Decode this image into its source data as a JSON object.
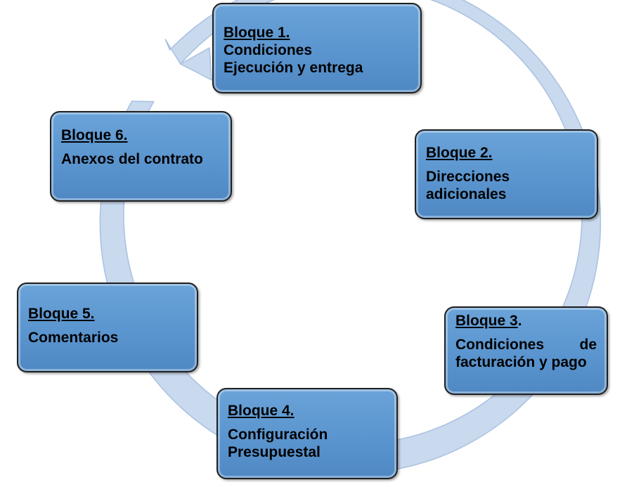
{
  "colors": {
    "block_fill": "#5b95cf",
    "block_border": "#1f1f1f",
    "ring_fill": "#c9d9ee",
    "ring_stroke": "#a9c1e0"
  },
  "blocks": [
    {
      "title": "Bloque 1.",
      "lines": [
        "Condiciones",
        "Ejecución y entrega"
      ]
    },
    {
      "title": "Bloque 2.",
      "lines": [
        "Direcciones",
        "adicionales"
      ]
    },
    {
      "title": "Bloque 3",
      "title_suffix": ".",
      "body": "Condiciones de facturación y pago"
    },
    {
      "title": "Bloque 4.",
      "lines": [
        "Configuración",
        "Presupuestal"
      ]
    },
    {
      "title": "Bloque 5.",
      "lines": [
        "Comentarios"
      ]
    },
    {
      "title": "Bloque 6.",
      "body": "Anexos del contrato"
    }
  ]
}
